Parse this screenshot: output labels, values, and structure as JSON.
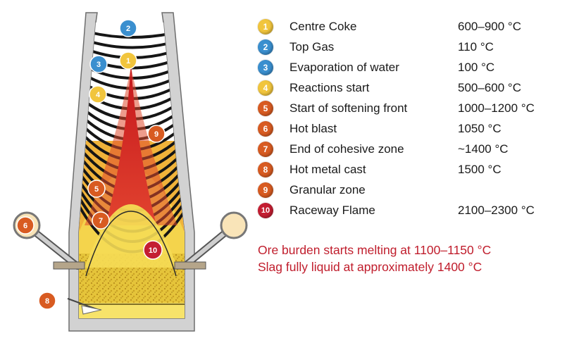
{
  "colors": {
    "yellow": "#f1c53d",
    "blue": "#3a8fcf",
    "orange": "#d85b21",
    "red": "#c41e32",
    "note_red": "#c01d2c"
  },
  "legend": [
    {
      "num": "1",
      "label": "Centre Coke",
      "temp": "600–900 °C",
      "color": "#f1c53d"
    },
    {
      "num": "2",
      "label": "Top Gas",
      "temp": "110 °C",
      "color": "#3a8fcf"
    },
    {
      "num": "3",
      "label": "Evaporation of water",
      "temp": "100 °C",
      "color": "#3a8fcf"
    },
    {
      "num": "4",
      "label": "Reactions start",
      "temp": "500–600 °C",
      "color": "#f1c53d"
    },
    {
      "num": "5",
      "label": "Start of softening front",
      "temp": "1000–1200 °C",
      "color": "#d85b21"
    },
    {
      "num": "6",
      "label": "Hot blast",
      "temp": "1050 °C",
      "color": "#d85b21"
    },
    {
      "num": "7",
      "label": "End of cohesive zone",
      "temp": "~1400 °C",
      "color": "#d85b21"
    },
    {
      "num": "8",
      "label": "Hot metal cast",
      "temp": "1500 °C",
      "color": "#d85b21"
    },
    {
      "num": "9",
      "label": "Granular zone",
      "temp": "",
      "color": "#d85b21"
    },
    {
      "num": "10",
      "label": "Raceway Flame",
      "temp": "2100–2300 °C",
      "color": "#c41e32"
    }
  ],
  "notes": [
    "Ore burden starts melting at 1100–1150 °C",
    "Slag fully liquid at approximately 1400 °C"
  ],
  "markers": {
    "m1": "1",
    "m2": "2",
    "m3": "3",
    "m4": "4",
    "m5": "5",
    "m6": "6",
    "m7": "7",
    "m8": "8",
    "m9": "9",
    "m10": "10"
  }
}
